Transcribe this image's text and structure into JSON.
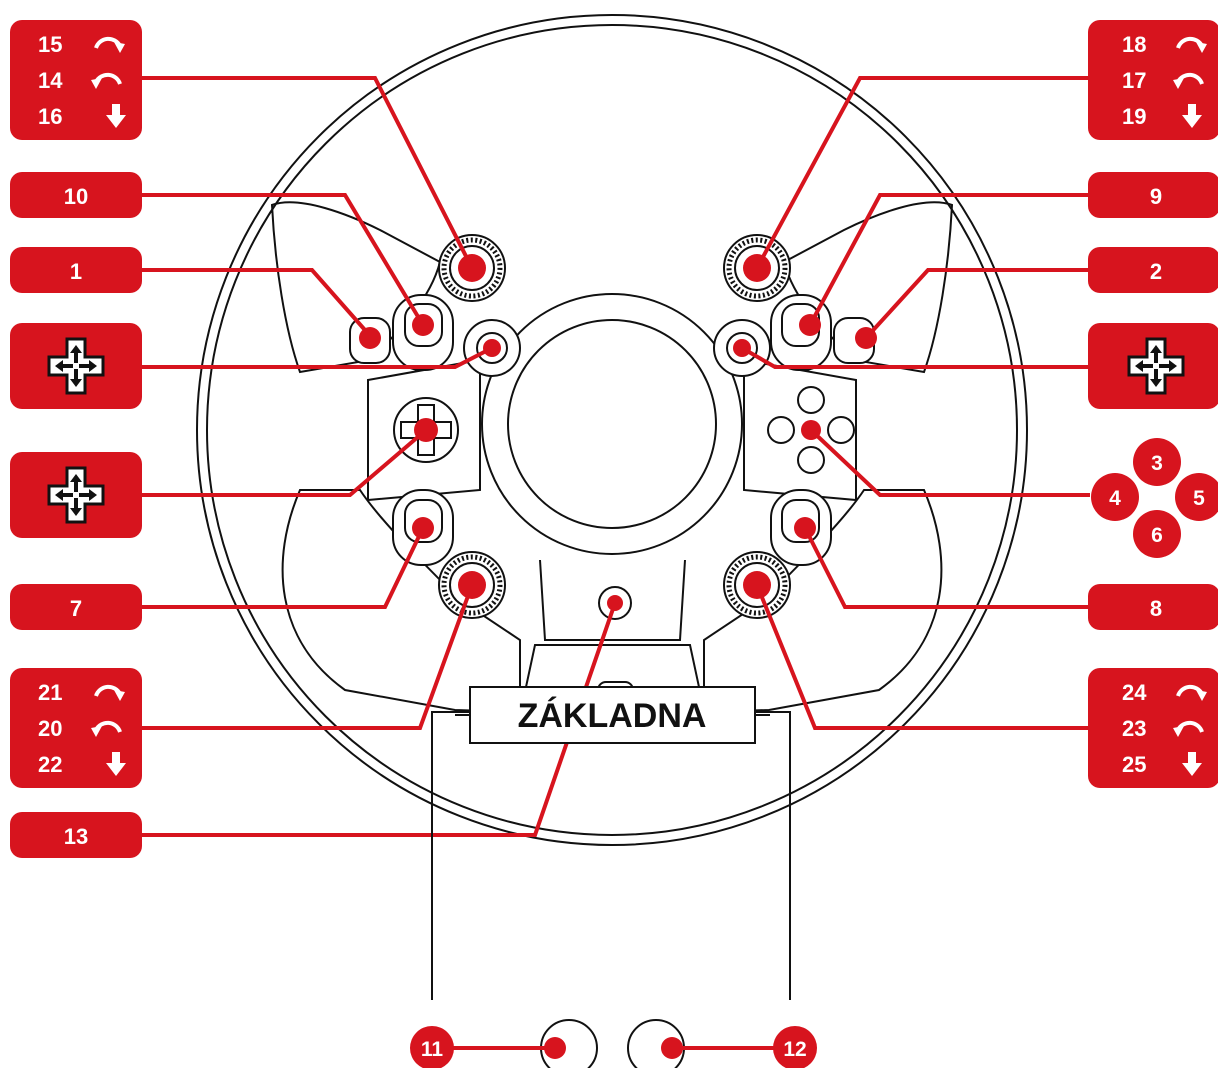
{
  "colors": {
    "accent": "#d7141e",
    "outline": "#111111",
    "background": "#ffffff",
    "label_text": "#ffffff"
  },
  "labels": {
    "b1": "1",
    "b2": "2",
    "b7": "7",
    "b8": "8",
    "b9": "9",
    "b10": "10",
    "b13": "13",
    "b11": "11",
    "b12": "12",
    "face_up": "3",
    "face_left": "4",
    "face_right": "5",
    "face_down": "6"
  },
  "encoders": [
    {
      "id": "top-left",
      "cw": "15",
      "ccw": "14",
      "push": "16"
    },
    {
      "id": "top-right",
      "cw": "18",
      "ccw": "17",
      "push": "19"
    },
    {
      "id": "bottom-left",
      "cw": "21",
      "ccw": "20",
      "push": "22"
    },
    {
      "id": "bottom-right",
      "cw": "24",
      "ccw": "23",
      "push": "25"
    }
  ],
  "dpads": [
    {
      "id": "left-thumbstick-dpad",
      "icon": "dpad-icon"
    },
    {
      "id": "right-thumbstick-dpad",
      "icon": "dpad-icon"
    },
    {
      "id": "left-cross-dpad",
      "icon": "dpad-icon"
    }
  ],
  "base": {
    "title": "ZÁKLADNA"
  }
}
